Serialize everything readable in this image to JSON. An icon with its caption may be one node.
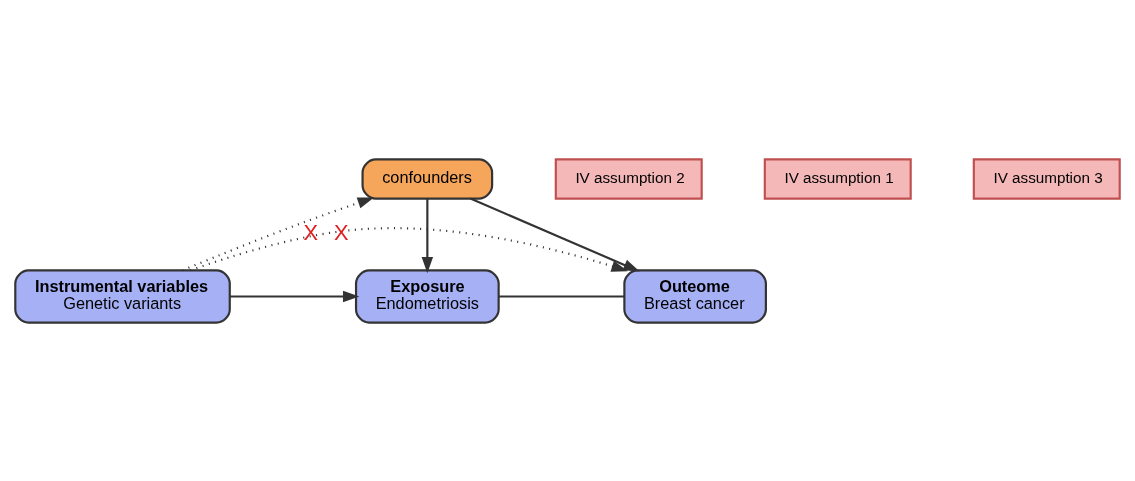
{
  "diagram": {
    "nodes": [
      {
        "text": [
          "confounders"
        ]
      },
      {
        "text": [
          "IV assumption 2"
        ]
      },
      {
        "text": [
          "IV assumption 1"
        ]
      },
      {
        "text": [
          "Instrumental variables",
          "Genetic variants"
        ]
      },
      {
        "text": [
          "Exposure",
          "Endometriosis"
        ]
      },
      {
        "text": [
          "Outeome",
          "Breast cancer"
        ]
      },
      {
        "text": [
          "IV assumption 3"
        ]
      }
    ],
    "edges": [
      {
        "from": 3,
        "to": 0,
        "arrow": "to",
        "style": "dashed",
        "label": "X"
      },
      {
        "from": 0,
        "to": 4,
        "arrow": "to"
      },
      {
        "from": 0,
        "to": 5,
        "arrow": "to"
      },
      {
        "from": 3,
        "to": 4,
        "arrow": "to"
      },
      {
        "from": 4,
        "to": 5,
        "arrow": "none"
      },
      {
        "from": 3,
        "to": 5,
        "arrow": "to",
        "style": "dashed",
        "label": "X"
      }
    ]
  }
}
